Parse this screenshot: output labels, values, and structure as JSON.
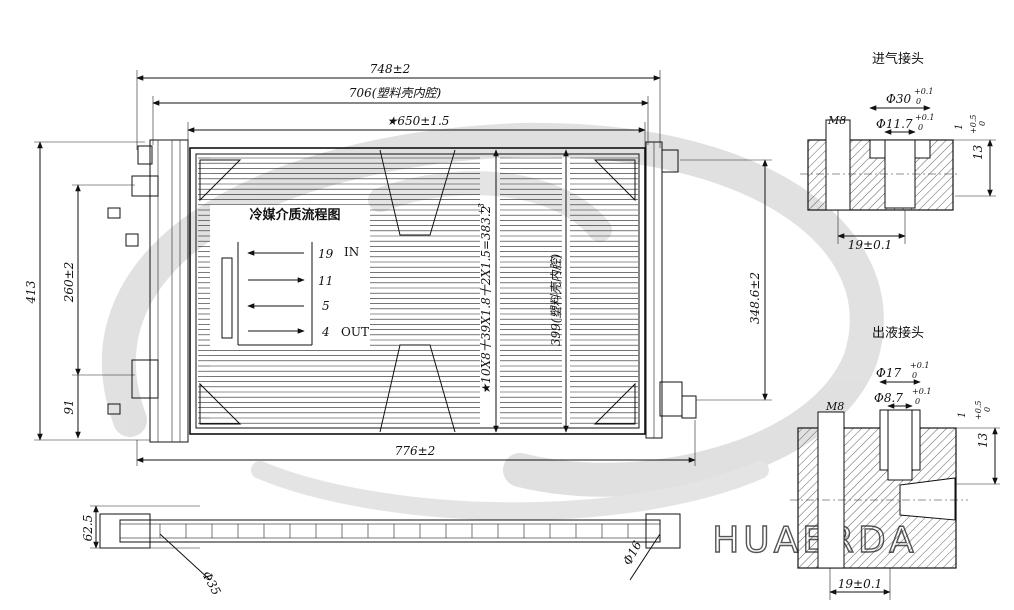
{
  "dimensions": {
    "overall_width": "748±2",
    "plastic_inner_cavity": "706(塑料壳内腔)",
    "core_width": "★650±1.5",
    "bottom_width": "776±2",
    "height_413": "413",
    "height_260": "260±2",
    "height_91": "91",
    "height_348": "348.6±2",
    "core_vertical": "★10X8十39X1.8十2X1.5=383.2",
    "core_vertical_sup": "+3",
    "cavity_399": "399(塑料壳内腔)",
    "side_62": "62.5",
    "side_635": "Φ35",
    "side_016": "Φ16"
  },
  "flow_chart": {
    "title": "冷媒介质流程图",
    "passes": [
      "19",
      "11",
      "5",
      "4"
    ],
    "in_label": "IN",
    "out_label": "OUT"
  },
  "inlet_detail": {
    "title": "进气接头",
    "outer_dia": "Φ30",
    "outer_tol": "+0.1",
    "outer_tol2": "0",
    "inner_dia": "Φ11.7",
    "inner_tol": "+0.1",
    "inner_tol2": "0",
    "thread": "M8",
    "depth": "19±0.1",
    "height": "13",
    "height_tol": "+0.5",
    "height_tol2": "0",
    "step": "1"
  },
  "outlet_detail": {
    "title": "出液接头",
    "outer_dia": "Φ17",
    "outer_tol": "+0.1",
    "outer_tol2": "0",
    "inner_dia": "Φ8.7",
    "inner_tol": "+0.1",
    "inner_tol2": "0",
    "thread": "M8",
    "depth": "19±0.1",
    "height": "13",
    "height_tol": "+0.5",
    "height_tol2": "0",
    "step": "1"
  },
  "watermark": "HUAERDA"
}
